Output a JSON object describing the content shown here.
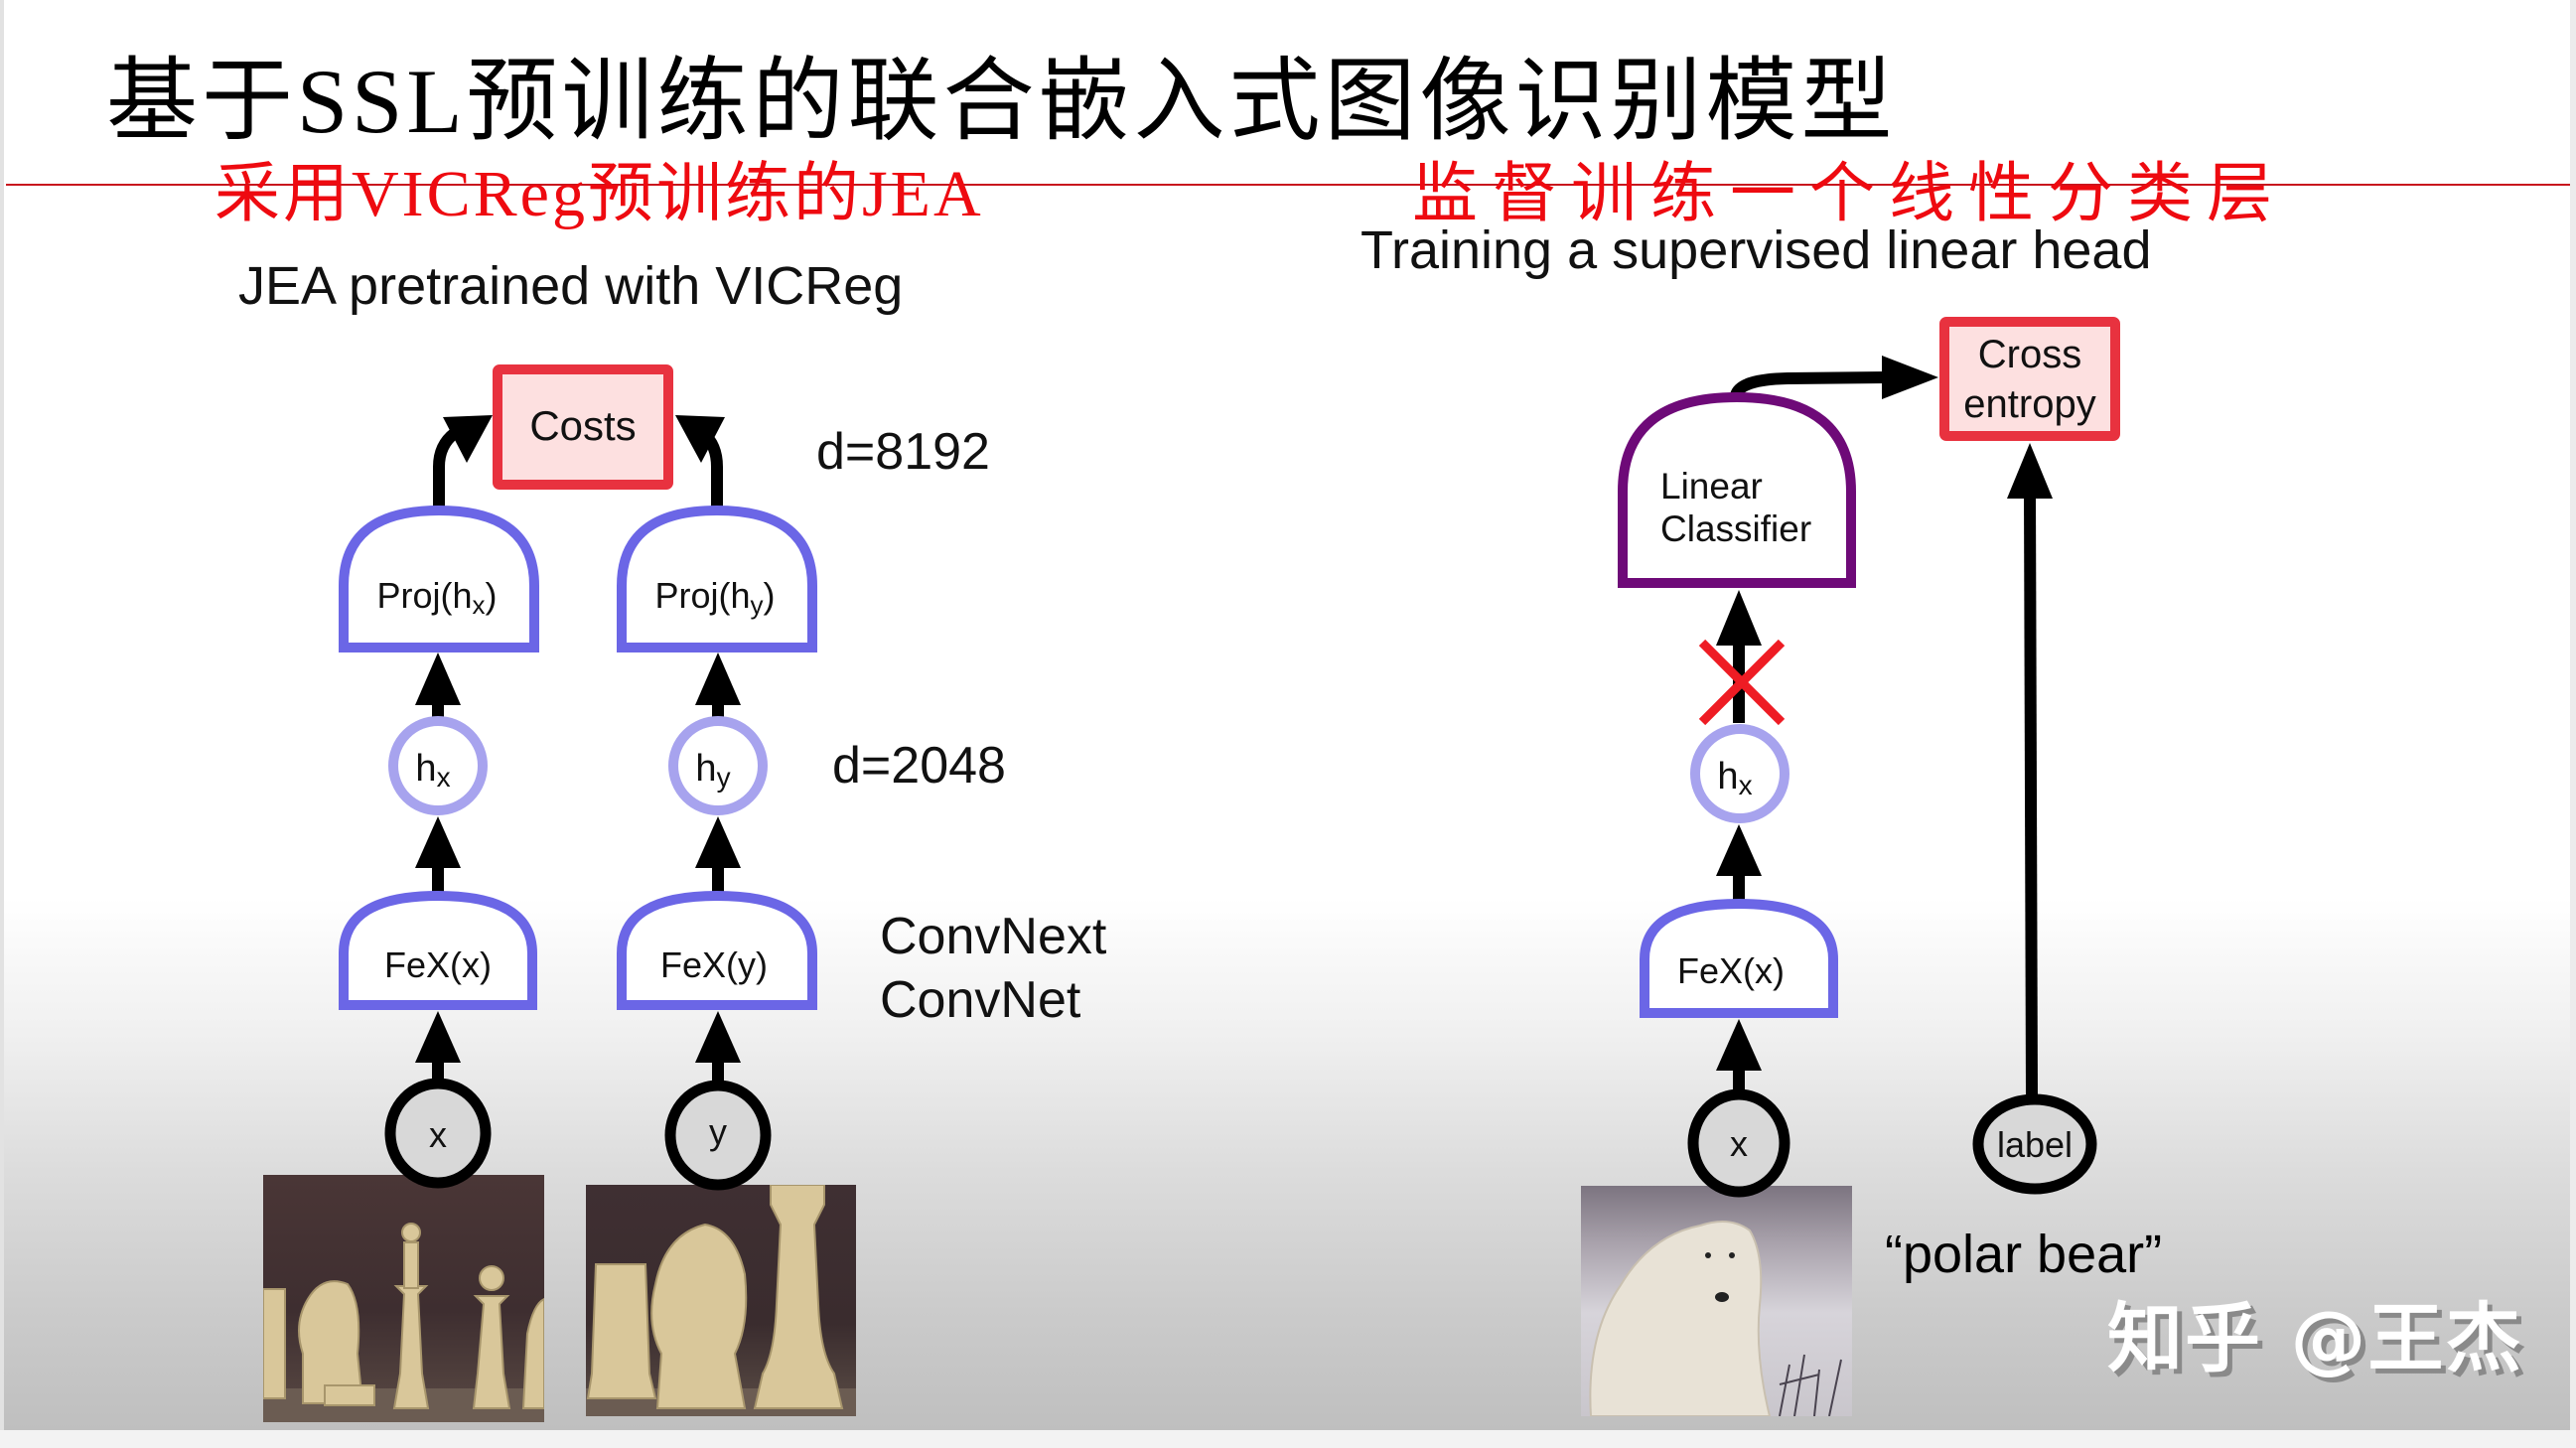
{
  "slide": {
    "title": "基于SSL预训练的联合嵌入式图像识别模型",
    "left_panel": {
      "subtitle_cn": "采用VICReg预训练的JEA",
      "caption": "JEA pretrained with VICReg",
      "nodes": {
        "costs": "Costs",
        "proj_x": "Proj(h",
        "proj_x_sub": "x",
        "proj_y": "Proj(h",
        "proj_y_sub": "y",
        "h_x": "h",
        "h_x_sub": "x",
        "h_y": "h",
        "h_y_sub": "y",
        "fex_x": "FeX(x)",
        "fex_y": "FeX(y)",
        "input_x": "x",
        "input_y": "y"
      },
      "annotations": {
        "proj_dim": "d=8192",
        "rep_dim": "d=2048",
        "backbone_line1": "ConvNext",
        "backbone_line2": "ConvNet"
      },
      "images": [
        "chess-pieces-view-1",
        "chess-pieces-view-2"
      ]
    },
    "right_panel": {
      "subtitle_cn": "监督训练一个线性分类层",
      "caption": "Training a supervised linear head",
      "nodes": {
        "cross_entropy_line1": "Cross",
        "cross_entropy_line2": "entropy",
        "linear_line1": "Linear",
        "linear_line2": "Classifier",
        "h_x": "h",
        "h_x_sub": "x",
        "fex_x": "FeX(x)",
        "input_x": "x",
        "label": "label"
      },
      "label_text": "“polar bear”",
      "images": [
        "polar-bear"
      ],
      "blocked_gradient_marker": "red-x"
    },
    "watermark": "知乎 @王杰"
  },
  "colors": {
    "title": "#000000",
    "subtitle_red": "#ee0a10",
    "rule_red": "#c8161e",
    "encoder_blue": "#6b66e6",
    "embedding_lavender": "#a7a3ee",
    "classifier_purple": "#6e0a78",
    "cost_border": "#e8323f",
    "cost_fill": "#fde0e0",
    "input_fill": "#d8d8d8"
  }
}
